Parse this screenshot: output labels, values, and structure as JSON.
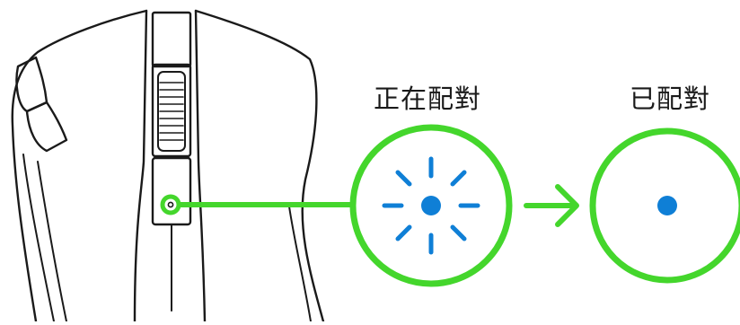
{
  "labels": {
    "pairing": "正在配對",
    "paired": "已配對"
  },
  "icons": {
    "mouse": "gaming-mouse-top-view",
    "pairing_indicator": "blinking-led-icon",
    "paired_indicator": "solid-led-icon",
    "arrow": "arrow-right-icon"
  },
  "colors": {
    "accent_green": "#44d62c",
    "led_blue": "#0f7fd6",
    "outline": "#1a1a1a",
    "background": "#ffffff"
  },
  "led_states": {
    "pairing": "blinking",
    "paired": "solid"
  }
}
